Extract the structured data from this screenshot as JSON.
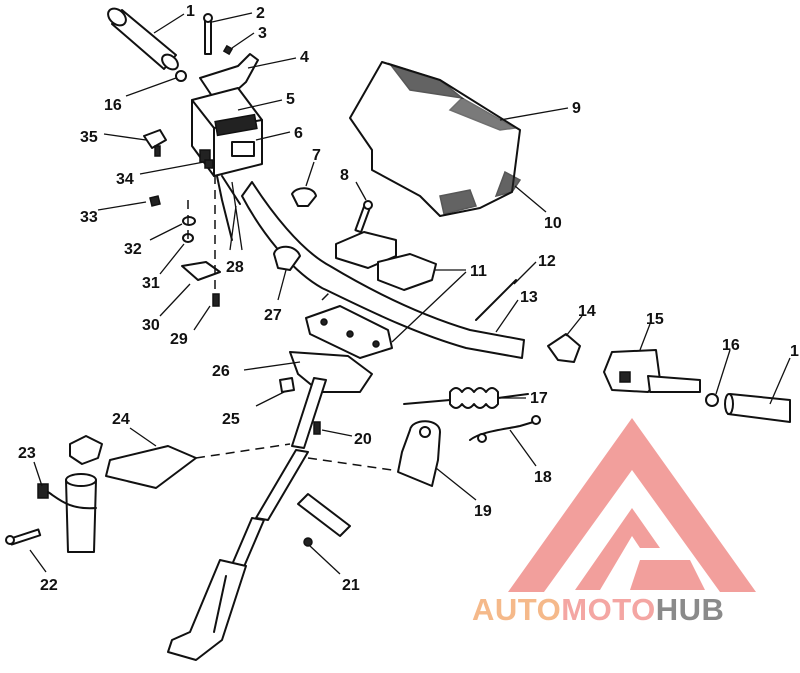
{
  "callouts": [
    {
      "id": "c1",
      "label": "1"
    },
    {
      "id": "c2",
      "label": "2"
    },
    {
      "id": "c3",
      "label": "3"
    },
    {
      "id": "c4",
      "label": "4"
    },
    {
      "id": "c5",
      "label": "5"
    },
    {
      "id": "c6",
      "label": "6"
    },
    {
      "id": "c7",
      "label": "7"
    },
    {
      "id": "c8",
      "label": "8"
    },
    {
      "id": "c9",
      "label": "9"
    },
    {
      "id": "c10",
      "label": "10"
    },
    {
      "id": "c11",
      "label": "11"
    },
    {
      "id": "c12",
      "label": "12"
    },
    {
      "id": "c13",
      "label": "13"
    },
    {
      "id": "c14",
      "label": "14"
    },
    {
      "id": "c15",
      "label": "15"
    },
    {
      "id": "c16a",
      "label": "16"
    },
    {
      "id": "c16b",
      "label": "16"
    },
    {
      "id": "c1b",
      "label": "1"
    },
    {
      "id": "c17",
      "label": "17"
    },
    {
      "id": "c18",
      "label": "18"
    },
    {
      "id": "c19",
      "label": "19"
    },
    {
      "id": "c20",
      "label": "20"
    },
    {
      "id": "c21",
      "label": "21"
    },
    {
      "id": "c22",
      "label": "22"
    },
    {
      "id": "c23",
      "label": "23"
    },
    {
      "id": "c24",
      "label": "24"
    },
    {
      "id": "c25",
      "label": "25"
    },
    {
      "id": "c26",
      "label": "26"
    },
    {
      "id": "c27",
      "label": "27"
    },
    {
      "id": "c28",
      "label": "28"
    },
    {
      "id": "c29",
      "label": "29"
    },
    {
      "id": "c30",
      "label": "30"
    },
    {
      "id": "c31",
      "label": "31"
    },
    {
      "id": "c32",
      "label": "32"
    },
    {
      "id": "c33",
      "label": "33"
    },
    {
      "id": "c34",
      "label": "34"
    },
    {
      "id": "c35",
      "label": "35"
    }
  ],
  "watermark": {
    "part1": "AUTO",
    "part2": "MOTO",
    "part3": "HUB",
    "color_auto": "#f5b98a",
    "color_moto": "#f4a6a3",
    "color_hub": "#8a8a8a",
    "color_logo": "#f08f8b"
  }
}
